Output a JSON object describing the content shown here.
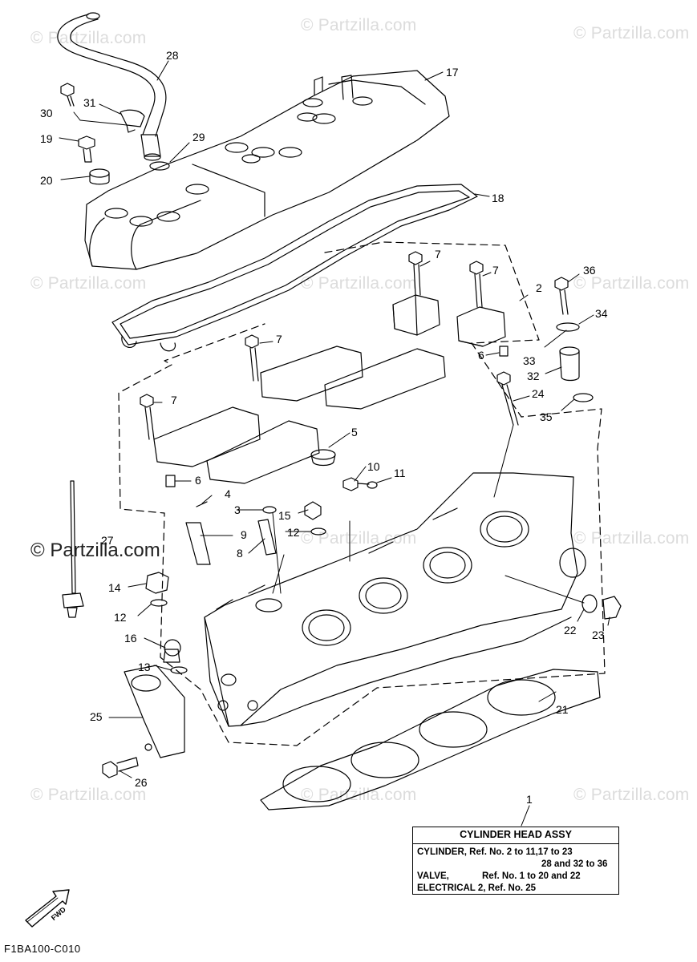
{
  "watermarks": [
    "© Partzilla.com",
    "© Partzilla.com",
    "© Partzilla.com",
    "© Partzilla.com",
    "© Partzilla.com",
    "© Partzilla.com",
    "© Partzilla.com",
    "© Partzilla.com",
    "© Partzilla.com",
    "© Partzilla.com",
    "© Partzilla.com"
  ],
  "watermark_big": "© Partzilla.com",
  "callouts": [
    "1",
    "2",
    "3",
    "4",
    "5",
    "6",
    "6",
    "7",
    "7",
    "7",
    "7",
    "8",
    "9",
    "10",
    "11",
    "12",
    "12",
    "13",
    "14",
    "15",
    "16",
    "17",
    "18",
    "19",
    "20",
    "21",
    "22",
    "23",
    "24",
    "25",
    "26",
    "27",
    "28",
    "29",
    "30",
    "31",
    "32",
    "33",
    "34",
    "35",
    "36"
  ],
  "legend": {
    "title": "CYLINDER HEAD ASSY",
    "row1_a": "CYLINDER, Ref. No. 2 to 11,17 to 23",
    "row1_b": "28 and 32 to 36",
    "row2_a": "VALVE,",
    "row2_b": "Ref. No. 1 to 20 and 22",
    "row3": "ELECTRICAL 2, Ref. No. 25"
  },
  "fwd_label": "FWD",
  "diagram_code": "F1BA100-C010",
  "colors": {
    "line": "#000000",
    "watermark": "#dcdcdc",
    "background": "#ffffff"
  }
}
